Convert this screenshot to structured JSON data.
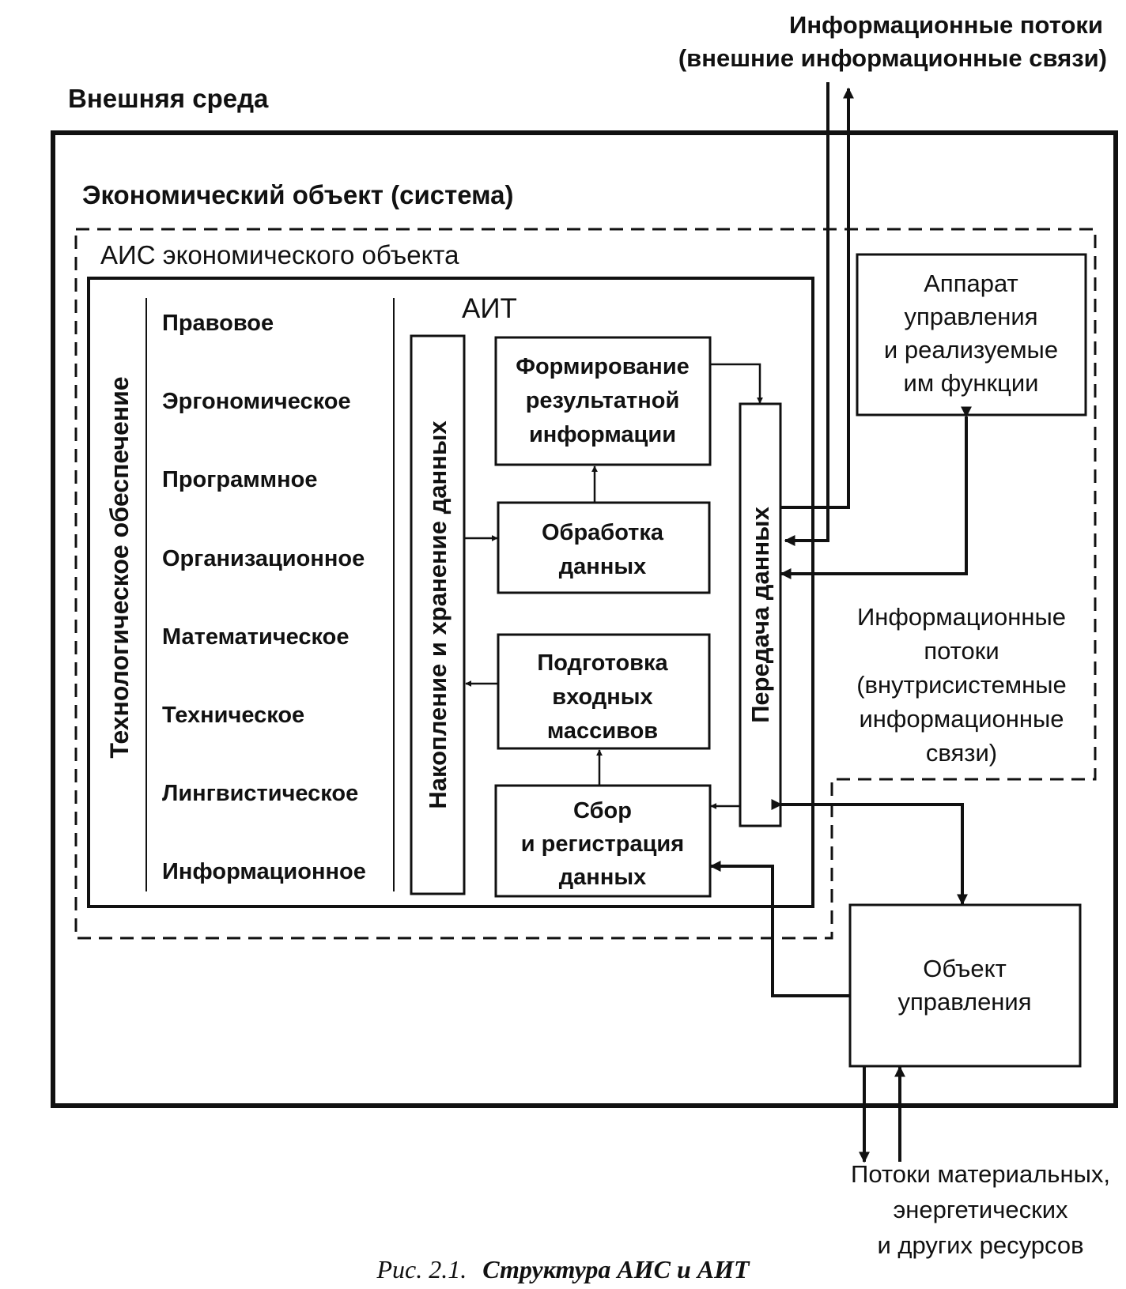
{
  "external_flows": {
    "line1": "Информационные потоки",
    "line2": "(внешние информационные связи)"
  },
  "environment": {
    "label": "Внешняя среда"
  },
  "economic_object": {
    "label": "Экономический объект (система)"
  },
  "ais": {
    "label": "АИС экономического объекта"
  },
  "ait": {
    "label": "АИТ"
  },
  "tech_support": {
    "label": "Технологическое обеспечение",
    "items": [
      "Правовое",
      "Эргономическое",
      "Программное",
      "Организационное",
      "Математическое",
      "Техническое",
      "Лингвистическое",
      "Информационное"
    ]
  },
  "storage": {
    "label": "Накопление и хранение данных"
  },
  "transfer": {
    "label": "Передача данных"
  },
  "formation": {
    "lines": [
      "Формирование",
      "результатной",
      "информации"
    ]
  },
  "processing": {
    "lines": [
      "Обработка",
      "данных"
    ]
  },
  "preparation": {
    "lines": [
      "Подготовка",
      "входных",
      "массивов"
    ]
  },
  "collection": {
    "lines": [
      "Сбор",
      "и регистрация",
      "данных"
    ]
  },
  "management": {
    "lines": [
      "Аппарат",
      "управления",
      "и реализуемые",
      "им функции"
    ]
  },
  "internal_flows": {
    "lines": [
      "Информационные",
      "потоки",
      "(внутрисистемные",
      "информационные",
      "связи)"
    ]
  },
  "control_object": {
    "lines": [
      "Объект",
      "управления"
    ]
  },
  "resources": {
    "lines": [
      "Потоки материальных,",
      "энергетических",
      "и других ресурсов"
    ]
  },
  "caption": {
    "prefix": "Рис. 2.1.",
    "title": "Структура АИС и АИТ"
  }
}
